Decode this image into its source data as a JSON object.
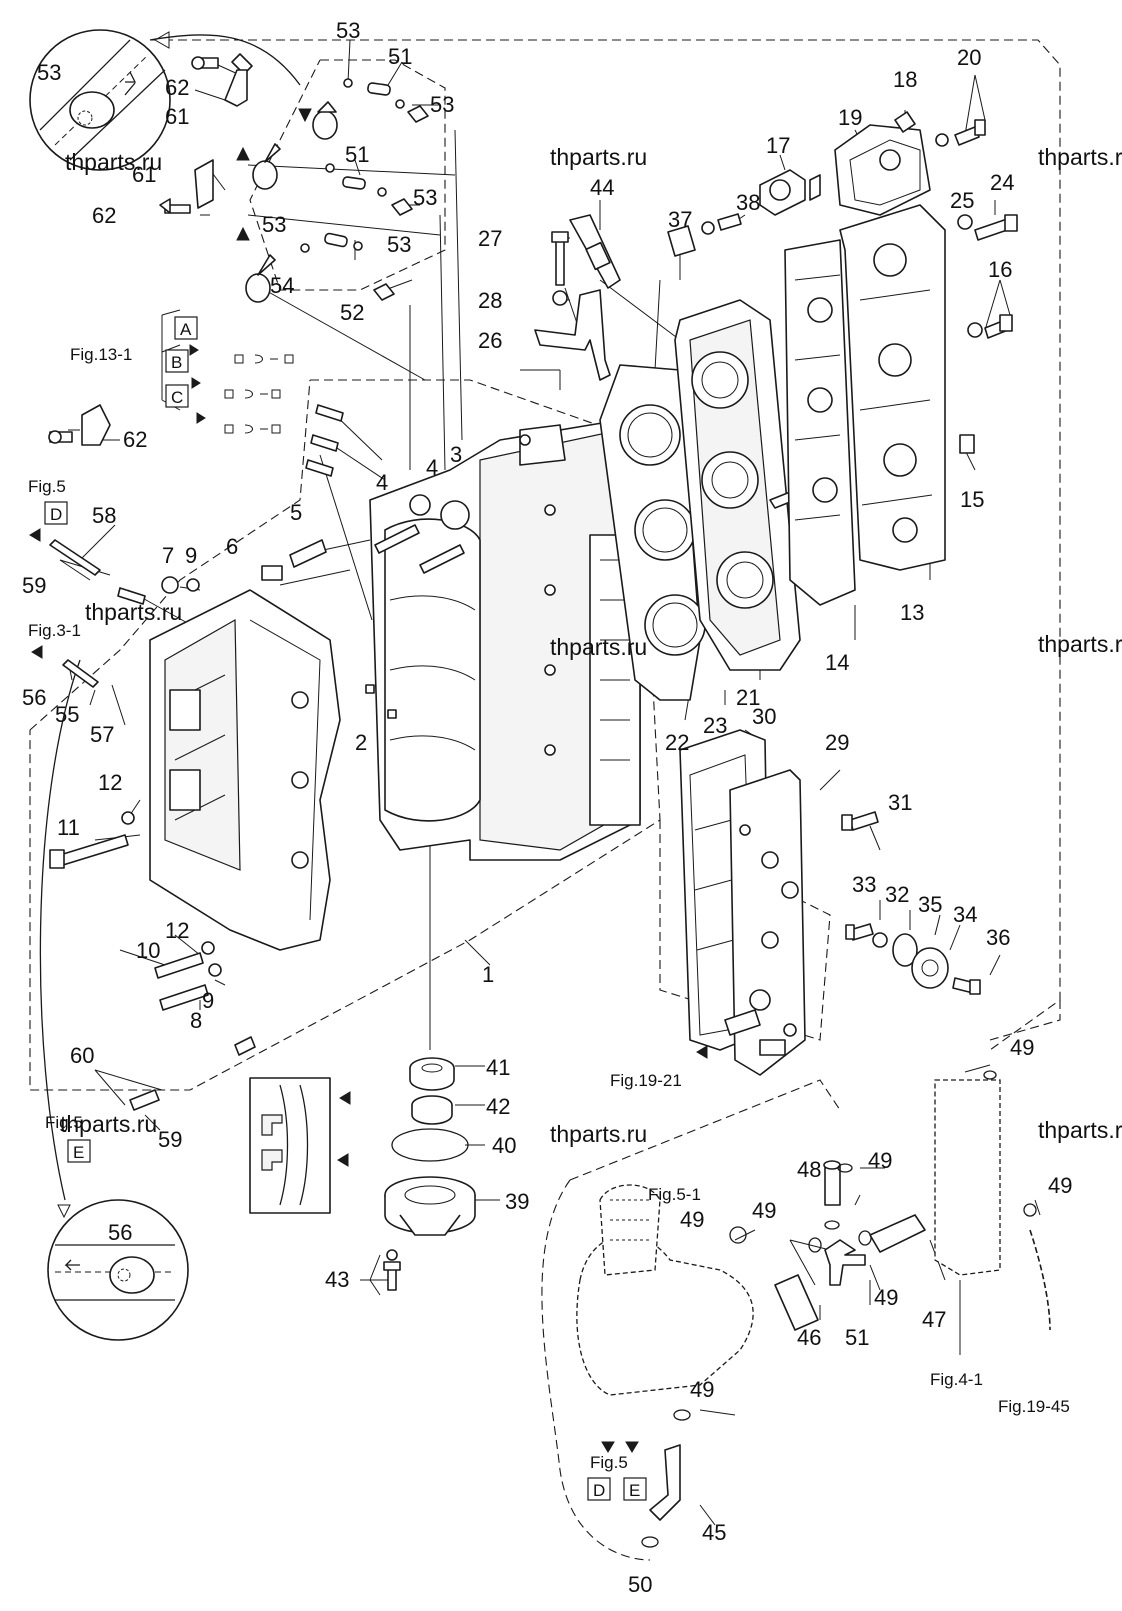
{
  "watermark": "thparts.ru",
  "callouts": [
    "1",
    "2",
    "3",
    "4",
    "4",
    "5",
    "6",
    "7",
    "8",
    "9",
    "9",
    "10",
    "11",
    "12",
    "12",
    "13",
    "14",
    "15",
    "16",
    "17",
    "18",
    "19",
    "20",
    "21",
    "22",
    "23",
    "24",
    "25",
    "26",
    "27",
    "28",
    "29",
    "30",
    "31",
    "32",
    "33",
    "34",
    "35",
    "36",
    "37",
    "38",
    "39",
    "40",
    "41",
    "42",
    "43",
    "44",
    "45",
    "46",
    "47",
    "48",
    "49",
    "49",
    "49",
    "49",
    "49",
    "49",
    "49",
    "50",
    "51",
    "51",
    "51",
    "52",
    "53",
    "53",
    "53",
    "53",
    "53",
    "53",
    "54",
    "55",
    "56",
    "56",
    "57",
    "58",
    "59",
    "59",
    "60",
    "61",
    "61",
    "62",
    "62",
    "62"
  ],
  "figure_refs": {
    "fig_13_1": "Fig.13-1",
    "fig_5_top": "Fig.5",
    "fig_3_1": "Fig.3-1",
    "fig_5_bottom_left": "Fig.5",
    "fig_19_21": "Fig.19-21",
    "fig_5_1": "Fig.5-1",
    "fig_5_bottom": "Fig.5",
    "fig_4_1": "Fig.4-1",
    "fig_19_45": "Fig.19-45"
  },
  "letter_boxes": {
    "a": "A",
    "b": "B",
    "c": "C",
    "d_top": "D",
    "e_left": "E",
    "d_bottom": "D",
    "e_bottom": "E"
  }
}
